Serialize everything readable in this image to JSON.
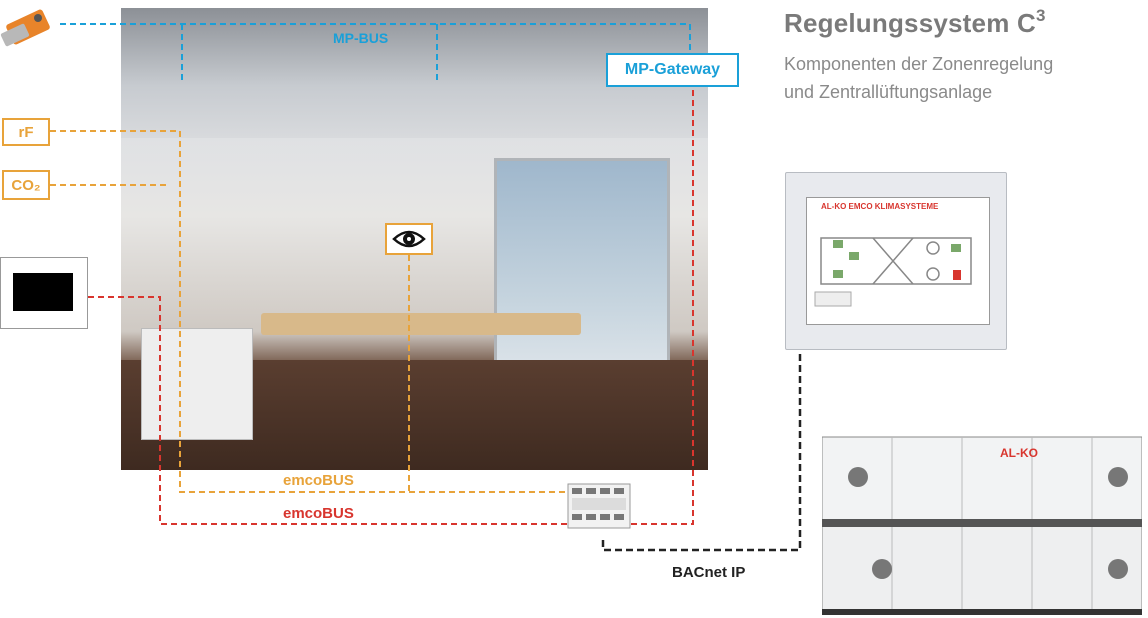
{
  "header": {
    "title": "Regelungssystem C",
    "title_superscript": "3",
    "subtitle_line1": "Komponenten der Zonenregelung",
    "subtitle_line2": "und Zentrallüftungsanlage"
  },
  "labels": {
    "mp_gateway": "MP-Gateway",
    "mp_bus": "MP-BUS",
    "rf": "rF",
    "co2": "CO₂",
    "emco_bus_yellow": "emcoBUS",
    "emco_bus_red": "emcoBUS",
    "bacnet": "BACnet IP"
  },
  "panel": {
    "brand": "AL-KO EMCO KLIMASYSTEME"
  },
  "ahu": {
    "brand": "AL-KO"
  },
  "colors": {
    "mp_bus": "#1aa0d8",
    "emco_bus_yellow": "#e8a33a",
    "emco_bus_red": "#d8352e",
    "bacnet": "#222222",
    "title": "#7a7a7a"
  },
  "icons": {
    "eye": "eye-icon",
    "actuator": "damper-actuator-icon",
    "thermostat": "room-control-panel-icon"
  }
}
